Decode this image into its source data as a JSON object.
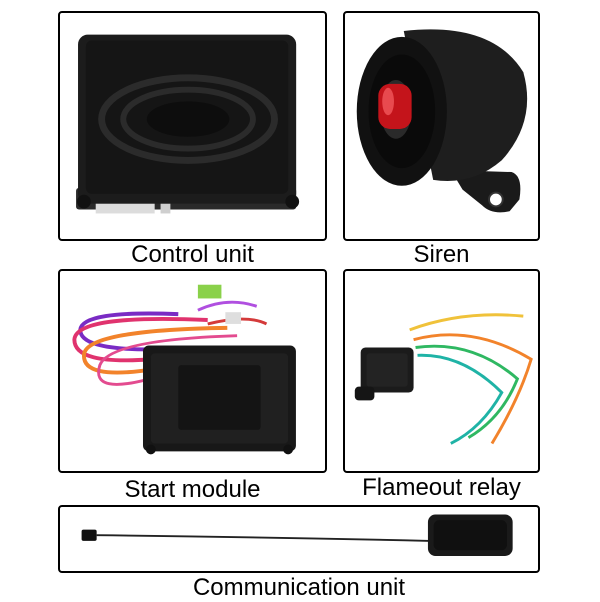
{
  "panels": [
    {
      "caption": "Control unit"
    },
    {
      "caption": "Siren"
    },
    {
      "caption": "Start module"
    },
    {
      "caption": "Flameout relay"
    },
    {
      "caption": "Communication unit"
    }
  ]
}
